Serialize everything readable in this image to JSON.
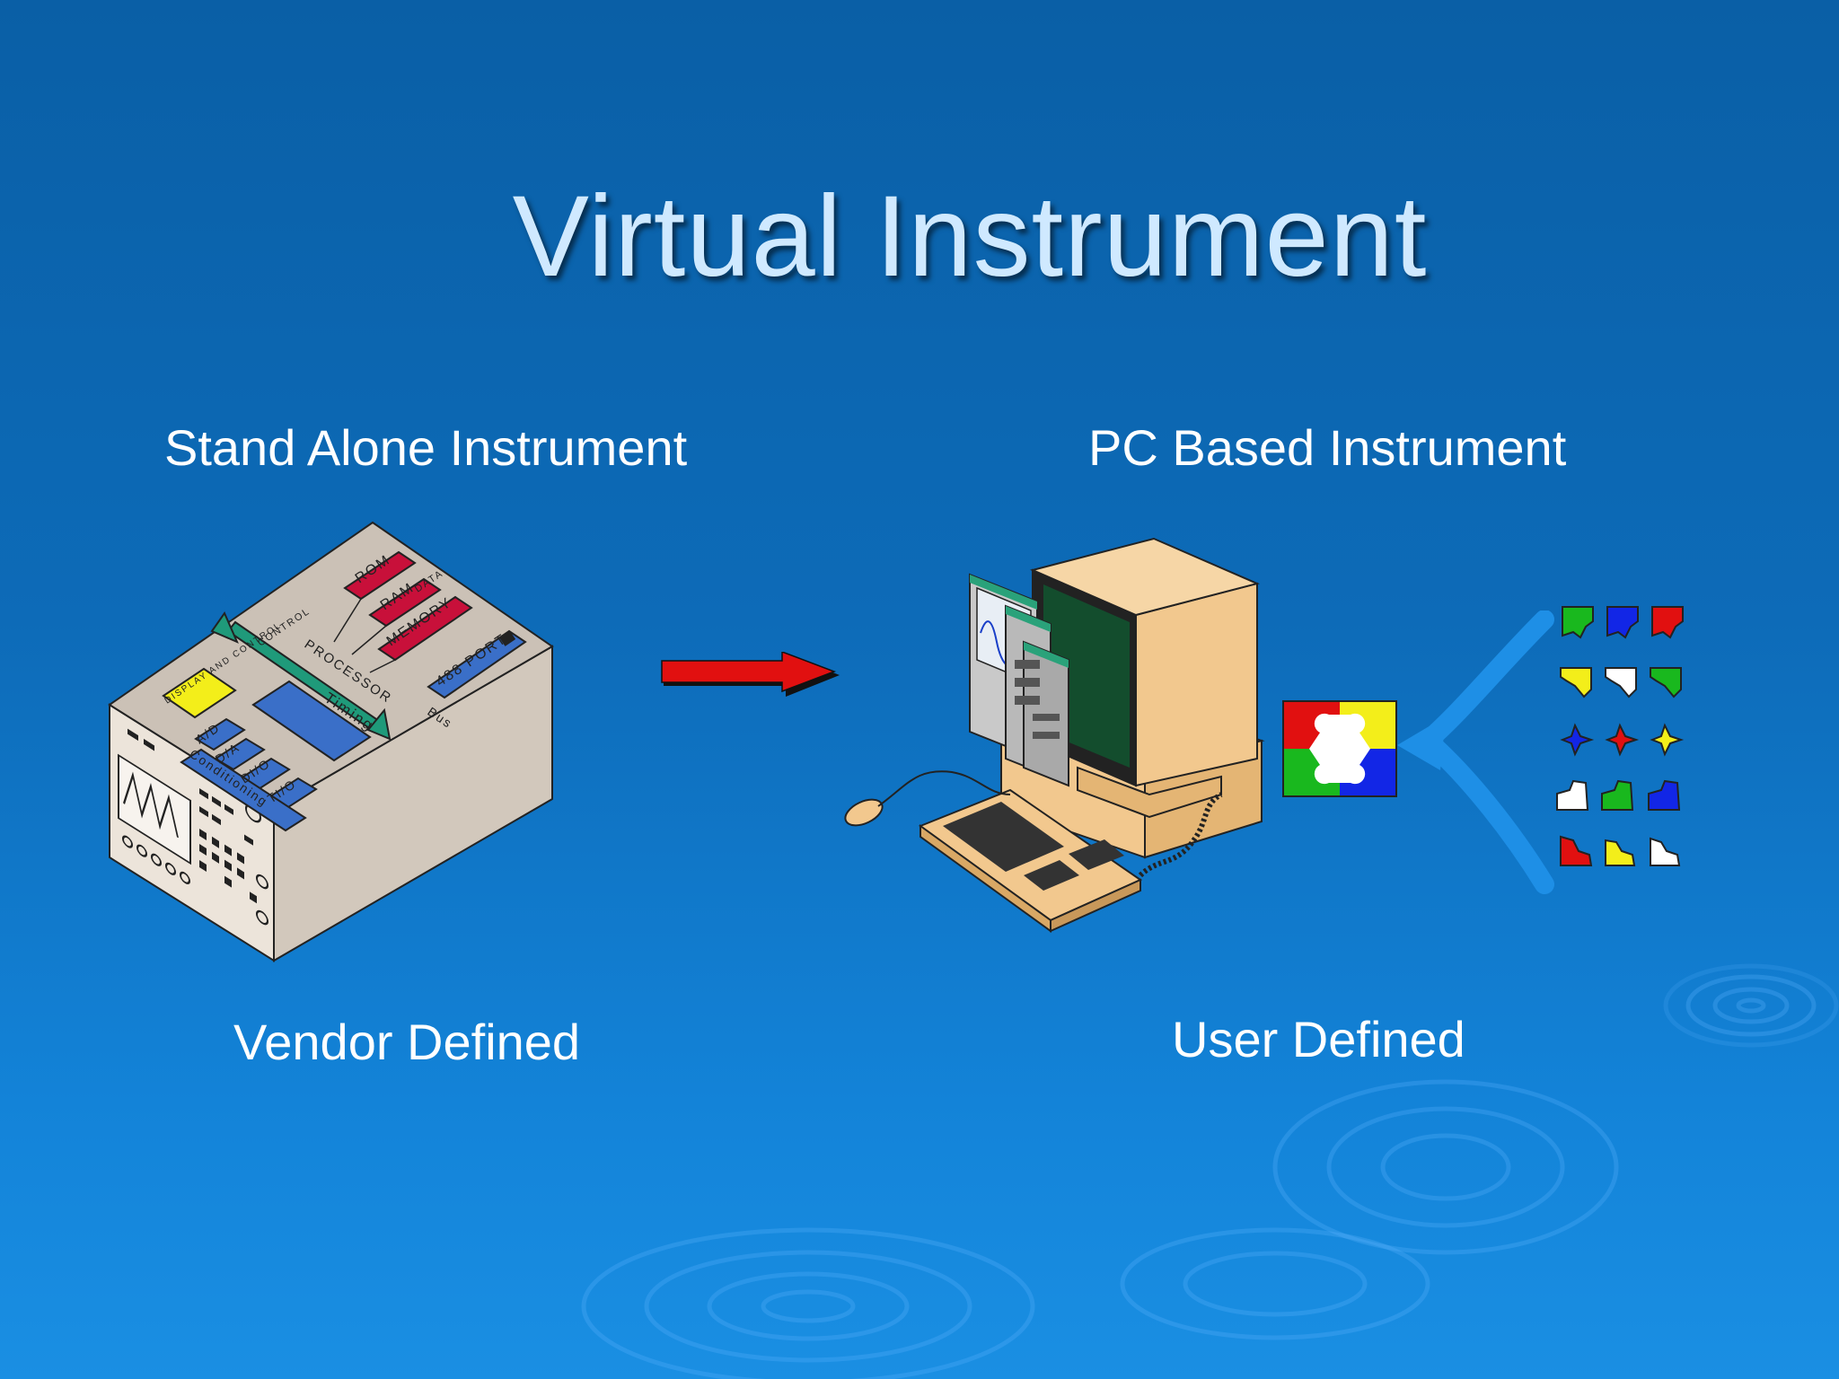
{
  "title": "Virtual Instrument",
  "left": {
    "heading": "Stand Alone Instrument",
    "caption": "Vendor Defined",
    "chips": {
      "rom": "ROM",
      "ram": "RAM",
      "memory": "MEMORY",
      "port": "488 PORT",
      "display": "DISPLAY AND CONTROL",
      "processor": "PROCESSOR",
      "timing": "Timing",
      "ad": "A/D",
      "da": "D/A",
      "dio": "DI/O",
      "tio": "TI/O",
      "conditioning": "Conditioning",
      "bus": "Bus",
      "control": "CONTROL",
      "data": "DATA"
    }
  },
  "right": {
    "heading": "PC Based Instrument",
    "caption": "User Defined"
  },
  "colors": {
    "background_top": "#0a5fa6",
    "background_bottom": "#1a8fe3",
    "title_text": "#cfe9ff",
    "arrow": "#e11010",
    "chip_red": "#c8103a",
    "chip_blue": "#3a6fc8",
    "chip_yellow": "#f3ee1a",
    "chip_green": "#1f9a7a",
    "pc_beige": "#f2c88e",
    "piece_blue_arrow": "#1e8fe6"
  },
  "icons": {
    "stand_alone": "oscilloscope-instrument-icon",
    "transition": "right-arrow-icon",
    "pc": "desktop-computer-icon",
    "puzzle": "puzzle-square-icon",
    "pieces": "puzzle-pieces-grid-icon"
  }
}
